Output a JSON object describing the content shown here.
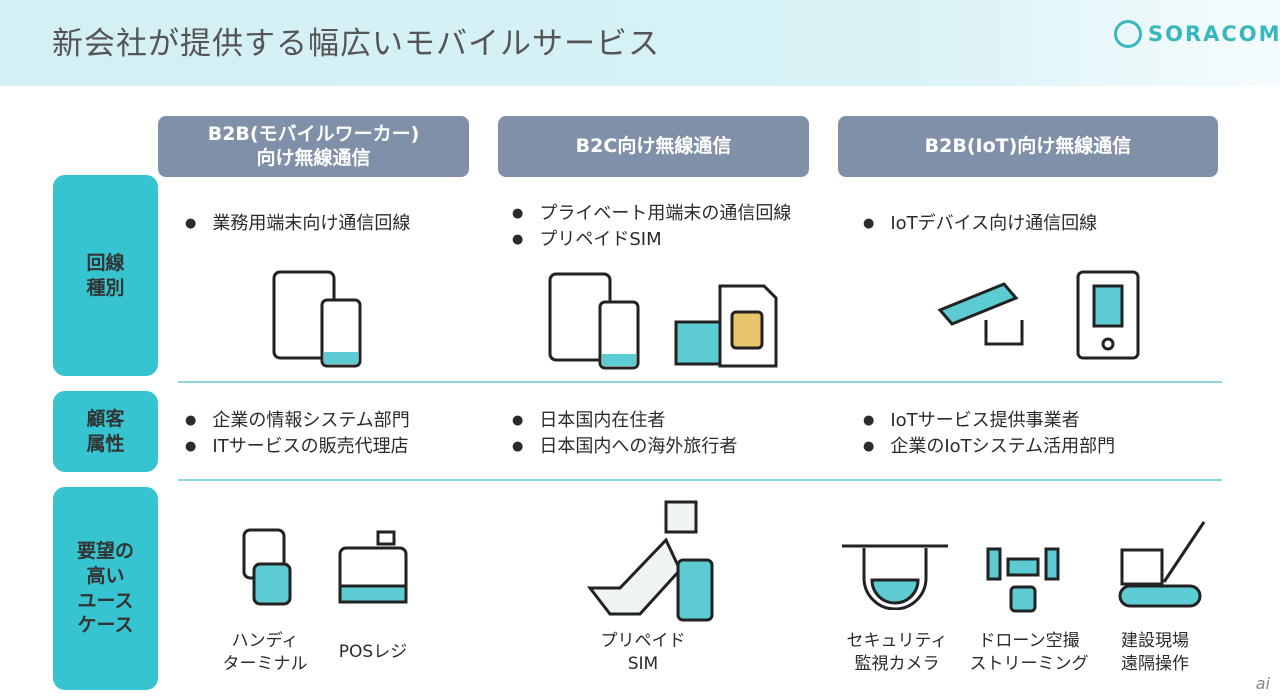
{
  "header": {
    "title": "新会社が提供する幅広いモバイルサービス",
    "logo": "SORACOM"
  },
  "columns": [
    {
      "line1": "B2B(モバイルワーカー)",
      "line2": "向け無線通信"
    },
    {
      "line1": "B2C向け無線通信"
    },
    {
      "line1": "B2B(IoT)向け無線通信"
    }
  ],
  "rows": [
    {
      "label1": "回線",
      "label2": "種別"
    },
    {
      "label1": "顧客",
      "label2": "属性"
    },
    {
      "label1": "要望の",
      "label2": "高い",
      "label3": "ユース",
      "label4": "ケース"
    }
  ],
  "line_types": [
    [
      "業務用端末向け通信回線"
    ],
    [
      "プライベート用端末の通信回線",
      "プリペイドSIM"
    ],
    [
      "IoTデバイス向け通信回線"
    ]
  ],
  "customers": [
    [
      "企業の情報システム部門",
      "ITサービスの販売代理店"
    ],
    [
      "日本国内在住者",
      "日本国内への海外旅行者"
    ],
    [
      "IoTサービス提供事業者",
      "企業のIoTシステム活用部門"
    ]
  ],
  "use_cases": [
    {
      "l1": "ハンディ",
      "l2": "ターミナル",
      "icon": "handy-terminal-icon"
    },
    {
      "l1": "POSレジ",
      "icon": "pos-register-icon"
    },
    {
      "l1": "プリペイド",
      "l2": "SIM",
      "icon": "japan-map-suitcase-icon"
    },
    {
      "l1": "セキュリティ",
      "l2": "監視カメラ",
      "icon": "dome-camera-icon"
    },
    {
      "l1": "ドローン空撮",
      "l2": "ストリーミング",
      "icon": "drone-icon"
    },
    {
      "l1": "建設現場",
      "l2": "遠隔操作",
      "icon": "crane-icon"
    }
  ],
  "watermark": "ai",
  "colors": {
    "column_header": "#8090a8",
    "row_label": "#36c5d0",
    "accent": "#3ab6bd"
  }
}
